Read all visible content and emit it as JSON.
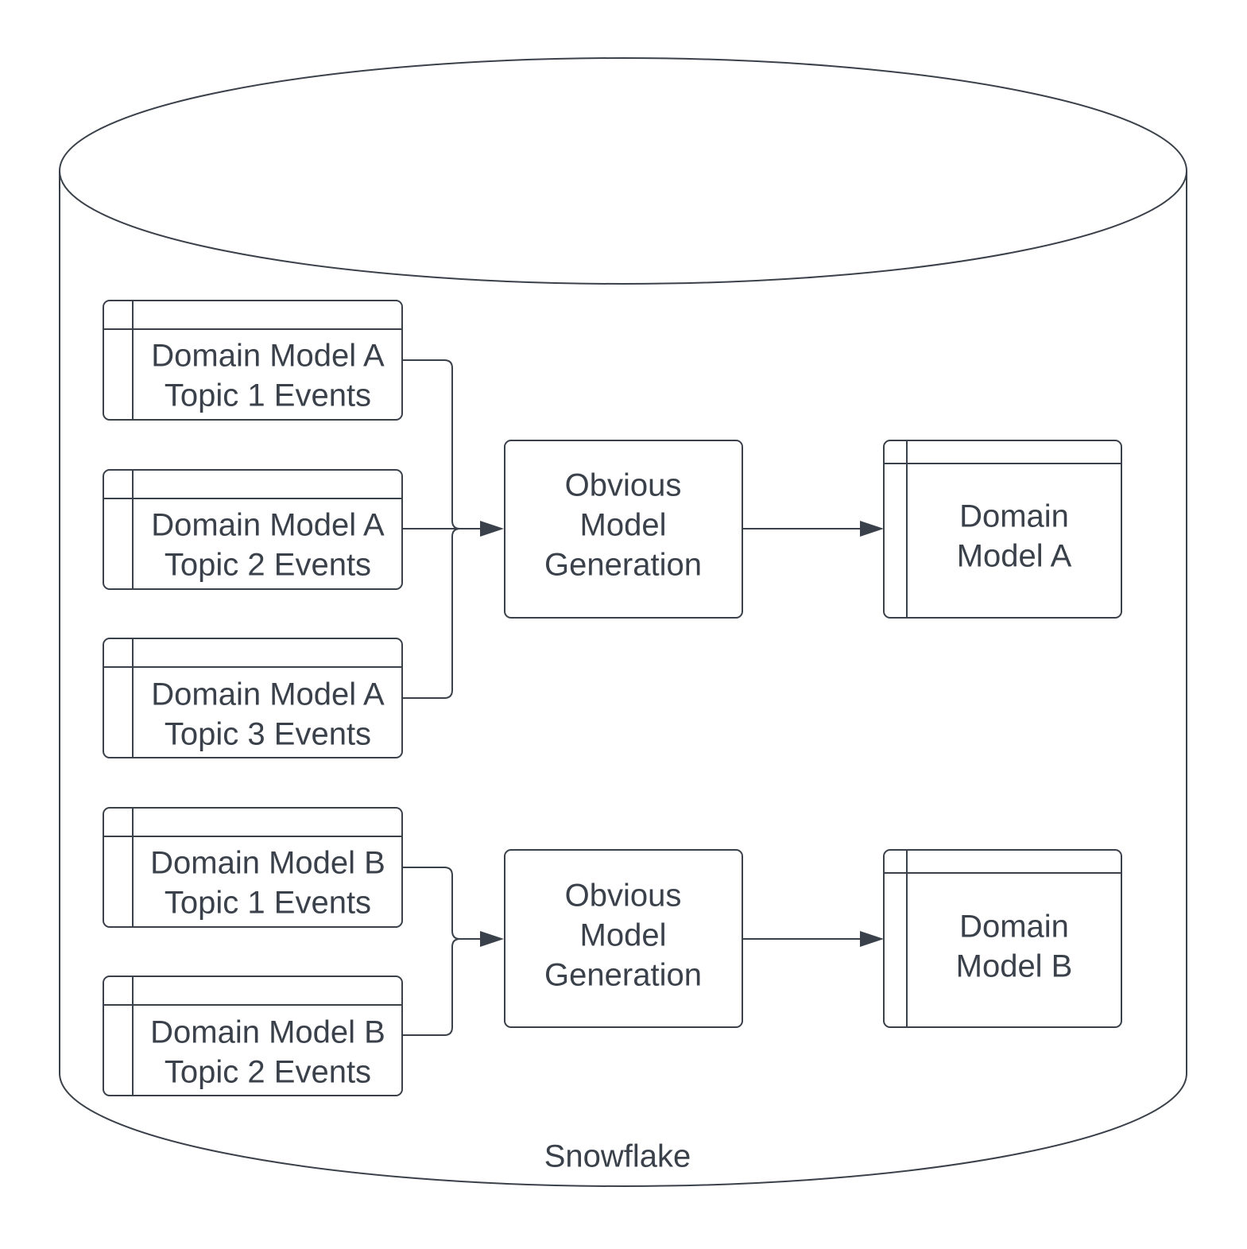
{
  "store": {
    "label": "Snowflake"
  },
  "sources": [
    {
      "line1": "Domain Model A",
      "line2": "Topic 1 Events"
    },
    {
      "line1": "Domain Model A",
      "line2": "Topic 2 Events"
    },
    {
      "line1": "Domain Model A",
      "line2": "Topic 3 Events"
    },
    {
      "line1": "Domain Model B",
      "line2": "Topic 1 Events"
    },
    {
      "line1": "Domain Model B",
      "line2": "Topic 2 Events"
    }
  ],
  "processes": [
    {
      "line1": "Obvious",
      "line2": "Model",
      "line3": "Generation"
    },
    {
      "line1": "Obvious",
      "line2": "Model",
      "line3": "Generation"
    }
  ],
  "outputs": [
    {
      "line1": "Domain",
      "line2": "Model A"
    },
    {
      "line1": "Domain",
      "line2": "Model B"
    }
  ],
  "colors": {
    "stroke": "#3a414a",
    "background": "#ffffff"
  }
}
